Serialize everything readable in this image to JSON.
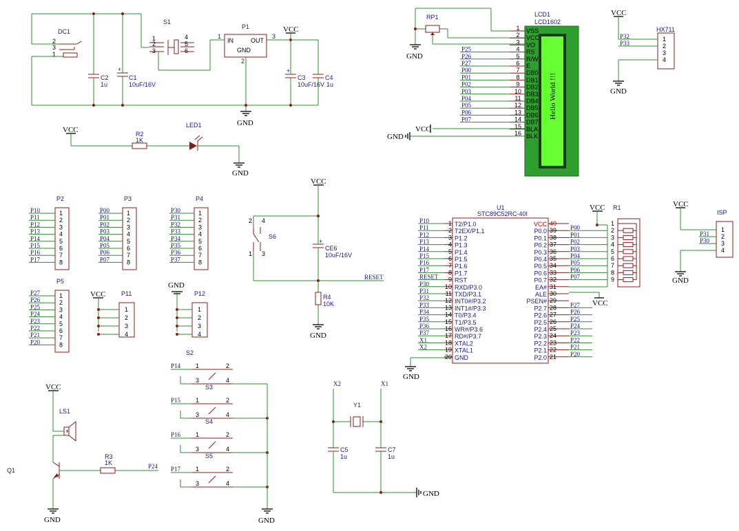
{
  "components": {
    "dc1": {
      "ref": "DC1",
      "pins": [
        "2",
        "3",
        "1"
      ]
    },
    "c2": {
      "ref": "C2",
      "value": "1u"
    },
    "c1": {
      "ref": "C1",
      "value": "10uF/16V"
    },
    "s1": {
      "ref": "S1",
      "pins_left": [
        "1",
        "2",
        "3"
      ],
      "pins_right": [
        "4",
        "5",
        "6"
      ]
    },
    "p1": {
      "ref": "P1",
      "in": "IN",
      "out": "OUT",
      "gnd": "GND",
      "pin1": "1",
      "pin2": "2",
      "pin3": "3"
    },
    "c3": {
      "ref": "C3",
      "value": "10uF/16V"
    },
    "c4": {
      "ref": "C4",
      "value": "1u"
    },
    "r2": {
      "ref": "R2",
      "value": "1K"
    },
    "led1": {
      "ref": "LED1"
    },
    "rp1": {
      "ref": "RP1"
    },
    "lcd1": {
      "ref": "LCD1",
      "part": "LCD1602",
      "screen_text": "Hello World !!!",
      "pins": [
        "VSS",
        "VCC",
        "VO",
        "RS",
        "R/W",
        "E",
        "DB0",
        "DB1",
        "DB2",
        "DB3",
        "DB4",
        "DB5",
        "DB6",
        "DB7",
        "BLA",
        "BLK"
      ],
      "nets": [
        "",
        "",
        "",
        "P25",
        "P26",
        "P27",
        "P00",
        "P01",
        "P02",
        "P03",
        "P04",
        "P05",
        "P06",
        "P07",
        "",
        ""
      ]
    },
    "hx711": {
      "ref": "HX711",
      "nets": [
        "P32",
        "P33",
        "",
        ""
      ]
    },
    "p2": {
      "ref": "P2",
      "nets": [
        "P10",
        "P11",
        "P12",
        "P13",
        "P14",
        "P15",
        "P16",
        "P17"
      ]
    },
    "p3": {
      "ref": "P3",
      "nets": [
        "P00",
        "P01",
        "P02",
        "P03",
        "P04",
        "P05",
        "P06",
        "P07"
      ]
    },
    "p4": {
      "ref": "P4",
      "nets": [
        "P30",
        "P31",
        "P32",
        "P33",
        "P34",
        "P35",
        "P36",
        "P37"
      ]
    },
    "p5": {
      "ref": "P5",
      "nets": [
        "P27",
        "P26",
        "P25",
        "P24",
        "P23",
        "P22",
        "P21",
        "P20"
      ]
    },
    "p11": {
      "ref": "P11"
    },
    "p12": {
      "ref": "P12"
    },
    "s6": {
      "ref": "S6"
    },
    "ce6": {
      "ref": "CE6",
      "value": "10uF/16V"
    },
    "r4": {
      "ref": "R4",
      "value": "10K"
    },
    "reset": "RESET",
    "u1": {
      "ref": "U1",
      "part": "STC89C52RC-40I",
      "left": [
        {
          "n": "1",
          "f": "T2/P1.0",
          "net": "P10"
        },
        {
          "n": "2",
          "f": "T2EX/P1.1",
          "net": "P11"
        },
        {
          "n": "3",
          "f": "P1.2",
          "net": "P12"
        },
        {
          "n": "4",
          "f": "P1.3",
          "net": "P13"
        },
        {
          "n": "5",
          "f": "P1.4",
          "net": "P14"
        },
        {
          "n": "6",
          "f": "P1.5",
          "net": "P15"
        },
        {
          "n": "7",
          "f": "P1.6",
          "net": "P16"
        },
        {
          "n": "8",
          "f": "P1.7",
          "net": "P17"
        },
        {
          "n": "9",
          "f": "RST",
          "net": "RESET"
        },
        {
          "n": "10",
          "f": "RXD/P3.0",
          "net": "P30"
        },
        {
          "n": "11",
          "f": "TXD/P3.1",
          "net": "P31"
        },
        {
          "n": "12",
          "f": "INT0#/P3.2",
          "net": "P32"
        },
        {
          "n": "13",
          "f": "INT1#/P3.3",
          "net": "P33"
        },
        {
          "n": "14",
          "f": "T0/P3.4",
          "net": "P34"
        },
        {
          "n": "15",
          "f": "T1/P3.5",
          "net": "P35"
        },
        {
          "n": "16",
          "f": "WR#/P3.6",
          "net": "P36"
        },
        {
          "n": "17",
          "f": "RD#/P3.7",
          "net": "P37"
        },
        {
          "n": "18",
          "f": "XTAL2",
          "net": "X1"
        },
        {
          "n": "19",
          "f": "XTAL1",
          "net": "X2"
        },
        {
          "n": "20",
          "f": "GND",
          "net": ""
        }
      ],
      "right": [
        {
          "n": "40",
          "f": "VCC",
          "net": ""
        },
        {
          "n": "39",
          "f": "P0.0",
          "net": "P00"
        },
        {
          "n": "38",
          "f": "P0.1",
          "net": "P01"
        },
        {
          "n": "37",
          "f": "P0.2",
          "net": "P02"
        },
        {
          "n": "36",
          "f": "P0.3",
          "net": "P03"
        },
        {
          "n": "35",
          "f": "P0.4",
          "net": "P04"
        },
        {
          "n": "34",
          "f": "P0.5",
          "net": "P05"
        },
        {
          "n": "33",
          "f": "P0.6",
          "net": "P06"
        },
        {
          "n": "32",
          "f": "P0.7",
          "net": "P07"
        },
        {
          "n": "31",
          "f": "EA#",
          "net": ""
        },
        {
          "n": "30",
          "f": "ALE",
          "net": ""
        },
        {
          "n": "29",
          "f": "PSEN#",
          "net": ""
        },
        {
          "n": "28",
          "f": "P2.7",
          "net": "P27"
        },
        {
          "n": "27",
          "f": "P2.6",
          "net": "P26"
        },
        {
          "n": "26",
          "f": "P2.5",
          "net": "P25"
        },
        {
          "n": "25",
          "f": "P2.4",
          "net": "P24"
        },
        {
          "n": "24",
          "f": "P2.3",
          "net": "P23"
        },
        {
          "n": "23",
          "f": "P2.2",
          "net": "P22"
        },
        {
          "n": "22",
          "f": "P2.1",
          "net": "P21"
        },
        {
          "n": "21",
          "f": "P2.0",
          "net": "P20"
        }
      ]
    },
    "r1": {
      "ref": "R1",
      "pins": [
        "1",
        "2",
        "3",
        "4",
        "5",
        "6",
        "7",
        "8",
        "9"
      ]
    },
    "isp": {
      "ref": "ISP",
      "nets": [
        "",
        "P31",
        "P30",
        ""
      ]
    },
    "s2": {
      "ref": "S2",
      "switches": [
        {
          "ref": "S3",
          "net": "P14"
        },
        {
          "ref": "S4",
          "net": "P15"
        },
        {
          "ref": "S5",
          "net": "P16"
        },
        {
          "ref": "",
          "net": "P17"
        }
      ]
    },
    "y1": {
      "ref": "Y1",
      "x2": "X2",
      "x1": "X1"
    },
    "c5": {
      "ref": "C5",
      "value": "1u"
    },
    "c7": {
      "ref": "C7",
      "value": "1u"
    },
    "ls1": {
      "ref": "LS1"
    },
    "q1": {
      "ref": "Q1"
    },
    "r3": {
      "ref": "R3",
      "value": "1K",
      "net": "P24"
    }
  },
  "labels": {
    "vcc": "VCC",
    "gnd": "GND",
    "pin_nums": [
      "1",
      "2",
      "3",
      "4",
      "5",
      "6",
      "7",
      "8"
    ]
  }
}
